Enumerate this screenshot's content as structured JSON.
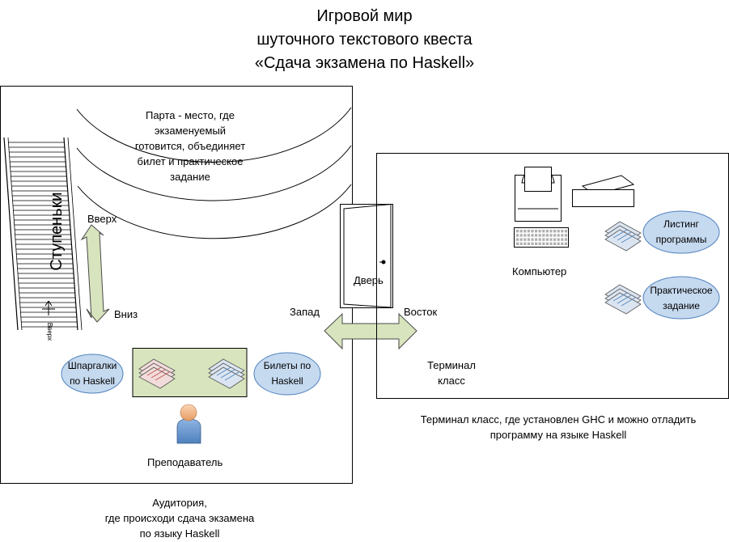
{
  "title": {
    "line1": "Игровой мир",
    "line2": "шуточного текстового квеста",
    "line3": "«Сдача экзамена по Haskell»"
  },
  "auditorium": {
    "desk_note": [
      "Парта - место, где",
      "экзаменуемый",
      "готовится, объединяет",
      "билет и практическое",
      "задание"
    ],
    "stairs_label": "Ступеньки",
    "stairs_small_label": "Вверх",
    "up_label": "Вверх",
    "down_label": "Вниз",
    "cheatsheets": [
      "Шпаргалки",
      "по Haskell"
    ],
    "tickets": [
      "Билеты по",
      "Haskell"
    ],
    "teacher": "Преподаватель",
    "caption": [
      "Аудитория,",
      "где происходи сдача экзамена",
      "по языку Haskell"
    ]
  },
  "door": {
    "label": "Дверь",
    "west": "Запад",
    "east": "Восток"
  },
  "terminal": {
    "computer": "Компьютер",
    "listing": [
      "Листинг",
      "программы"
    ],
    "task": [
      "Практическое",
      "задание"
    ],
    "room_label": [
      "Терминал",
      "класс"
    ],
    "caption": [
      "Терминал класс, где установлен GHC и можно отладить",
      "программу на языке Haskell"
    ]
  },
  "colors": {
    "ellipse_fill": "#c5d9ef",
    "ellipse_stroke": "#4f81bd",
    "desk_fill": "#d7e4bd",
    "arrow_fill": "#d7e4bd",
    "paper_blue": "#dbe5f1",
    "paper_pink": "#f2dcdb",
    "person": "#4f81bd"
  }
}
